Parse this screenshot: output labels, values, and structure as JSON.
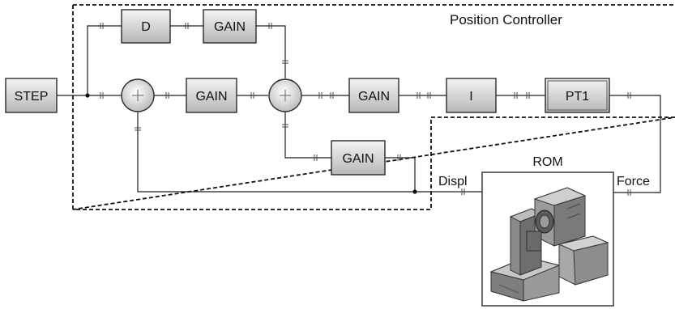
{
  "diagram": {
    "region_label": "Position Controller",
    "blocks": {
      "step": "STEP",
      "derivative": "D",
      "gain_top": "GAIN",
      "gain_mid": "GAIN",
      "gain_fwd": "GAIN",
      "integrator": "I",
      "pt1": "PT1",
      "gain_feedback": "GAIN"
    },
    "rom": {
      "label": "ROM",
      "input_port": "Displ",
      "output_port": "Force"
    }
  },
  "colors": {
    "block_fill_top": "#f2f2f2",
    "block_fill_bottom": "#b9b9b9",
    "dashed_border": "#111111"
  }
}
